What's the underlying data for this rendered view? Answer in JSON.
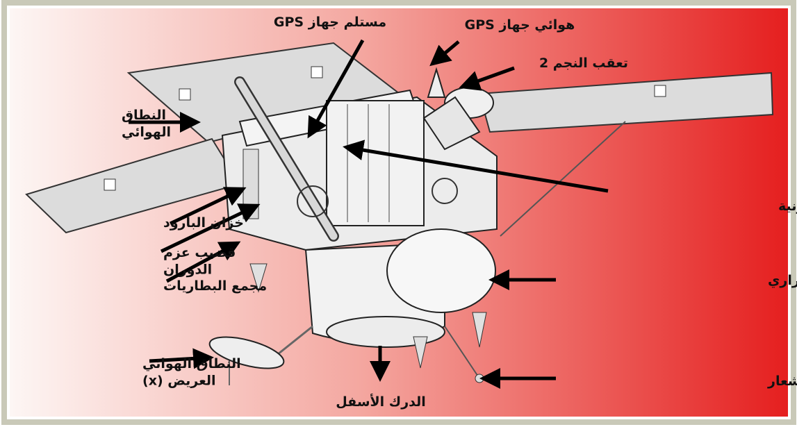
{
  "background": {
    "gradient_left": "#fdf6f4",
    "gradient_mid": "#f4a7a0",
    "gradient_right": "#e51f1f",
    "frame_color": "#c9c9b8"
  },
  "labels": {
    "gps_receiver": "مستلم جهاز GPS",
    "gps_antenna": "هوائي جهاز GPS",
    "star_tracker": "تعقب النجم 2",
    "airband": "النطاق الهوائي",
    "control_unit": "وحدة السيطرة الالكترونية",
    "powder_tank": "خزان البارود",
    "torque_rod": "قضيب عزم الدوران",
    "battery_pack": "مجمع البطاريات",
    "thermal_door": "الفتحة (الباب) الحراري",
    "wide_antenna": "النطاق الهوائي العريض (x)",
    "lower_level": "الدرك الأسفل",
    "sensor": "أحد أجهزة الاستشعار"
  }
}
